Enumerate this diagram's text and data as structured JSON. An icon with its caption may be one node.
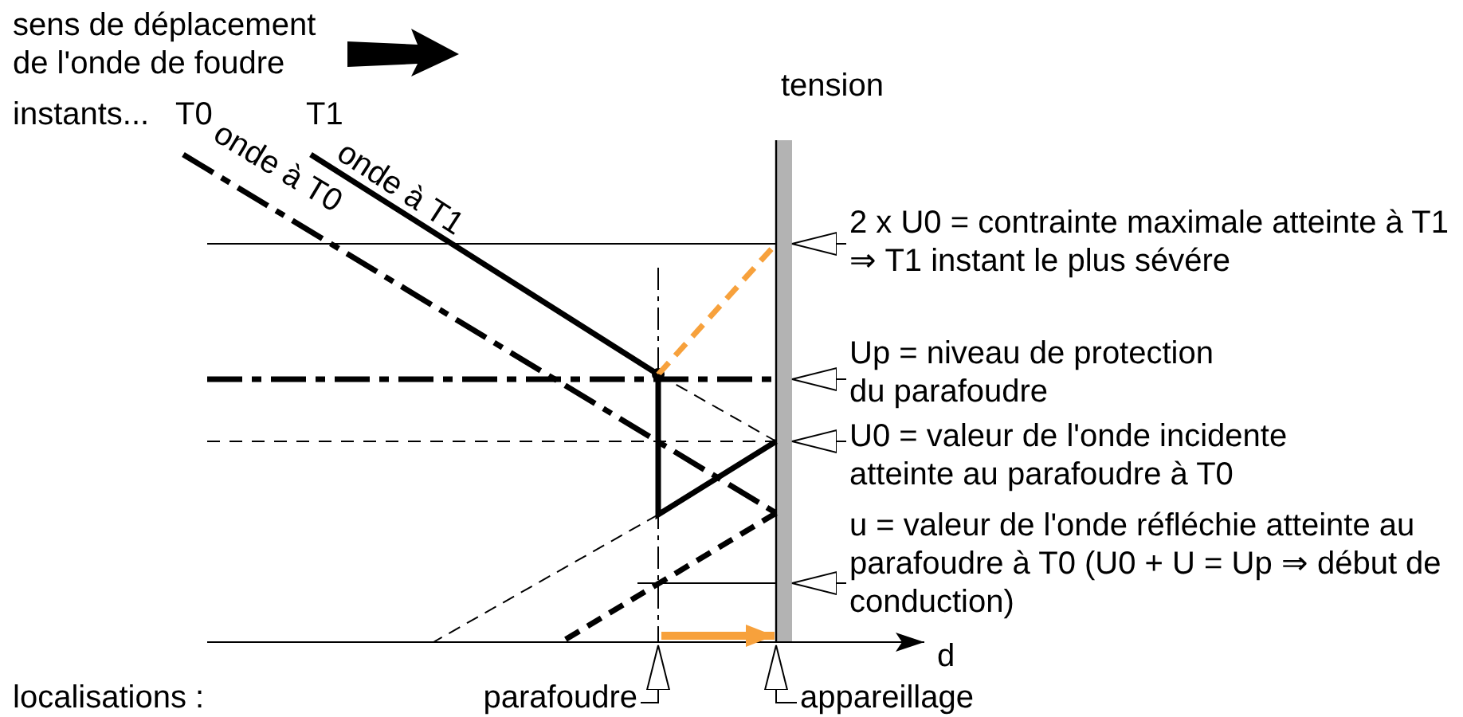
{
  "diagram": {
    "nodes": [
      {
        "text": [
          "2 x U0 = contrainte maximale atteinte à T1 ⇒ T1 instant le plus sévére"
        ]
      },
      {
        "text": [
          "Up = niveau de protection du parafoudre"
        ]
      },
      {
        "text": [
          "U0 = valeur de l'onde incidente atteinte au parafoudre à T0"
        ]
      },
      {
        "text": [
          "u = valeur de l'onde réfléchie atteinte au parafoudre à T0 (U0 + U = Up ⇒ début de conduction)"
        ]
      },
      {
        "text": [
          "parafoudre"
        ]
      },
      {
        "text": [
          "appareillage"
        ]
      }
    ],
    "edges": [
      {
        "from": 0,
        "to": null,
        "arrow": "to"
      },
      {
        "from": 1,
        "to": null,
        "arrow": "to"
      },
      {
        "from": 2,
        "to": null,
        "arrow": "to"
      },
      {
        "from": 3,
        "to": null,
        "arrow": "to"
      },
      {
        "from": 4,
        "to": null,
        "arrow": "to"
      },
      {
        "from": 5,
        "to": null,
        "arrow": "to"
      }
    ],
    "labels": [
      "sens de déplacement de l'onde de foudre",
      "instants...",
      "T0",
      "T1",
      "onde à T0",
      "onde à T1",
      "tension",
      "d",
      "localisations :"
    ]
  }
}
